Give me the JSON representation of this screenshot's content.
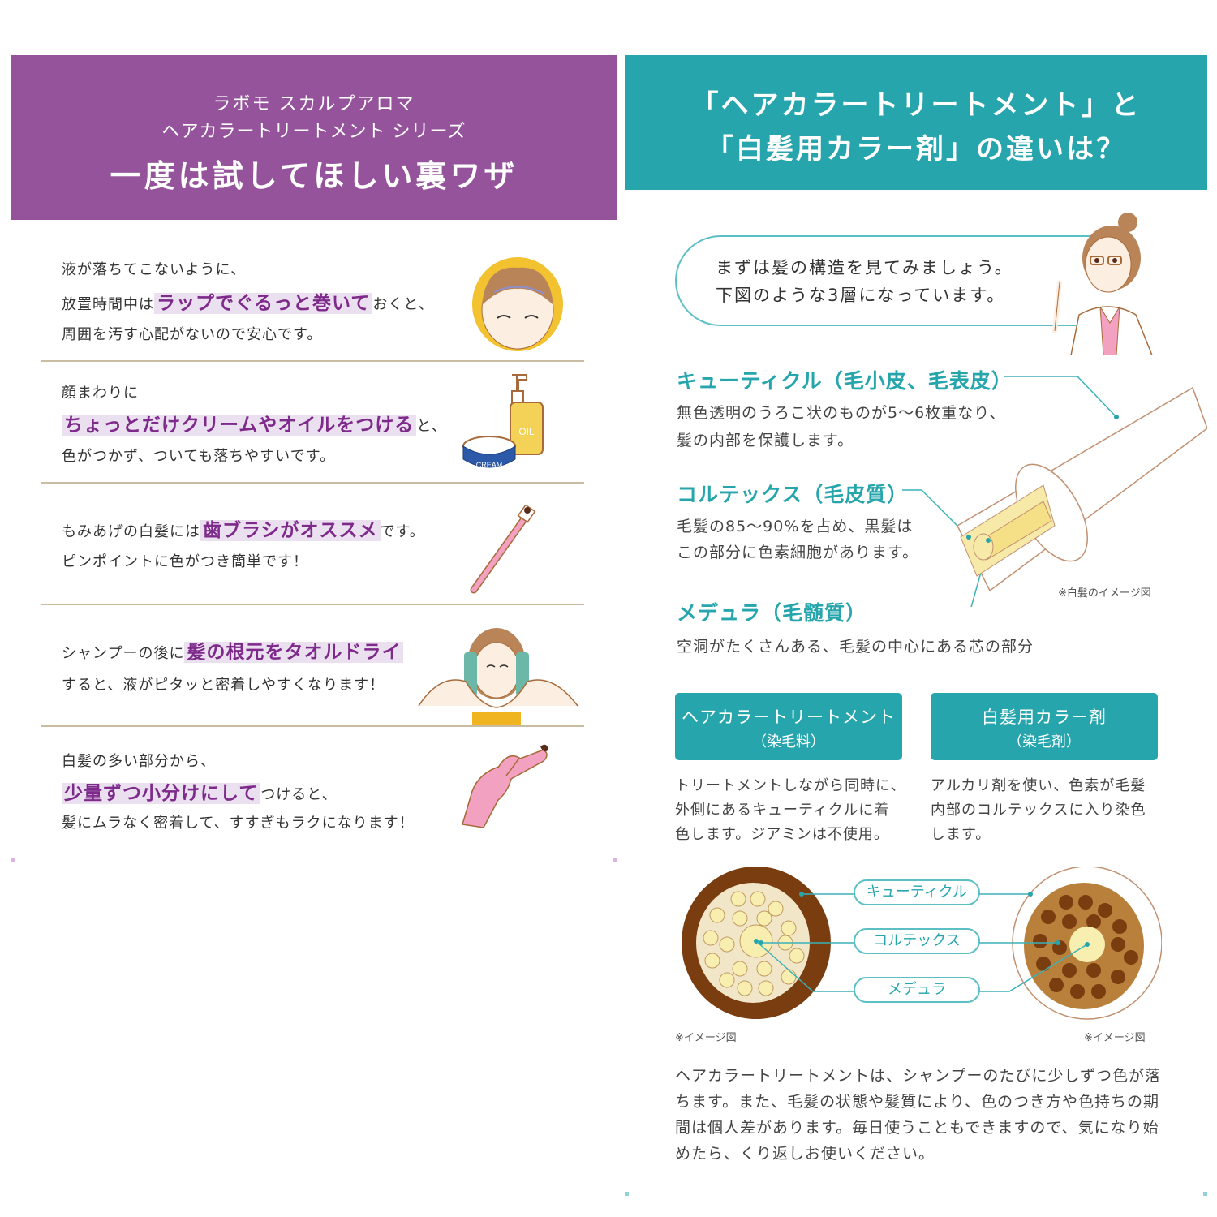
{
  "left_panel": {
    "header": {
      "line1": "ラボモ スカルプアロマ",
      "line2": "ヘアカラートリートメント シリーズ",
      "title": "一度は試してほしい裏ワザ",
      "bg_color": "#94539a"
    },
    "tips": [
      {
        "line1": "液が落ちてこないように、",
        "line2_pre": "放置時間中は",
        "line2_hl": "ラップでぐるっと巻いて",
        "line2_post": "おくと、",
        "line3": "周囲を汚す心配がないので安心です。",
        "illustration": "face-wrapped-icon"
      },
      {
        "line1": "顔まわりに",
        "line2_hl": "ちょっとだけクリームやオイルをつける",
        "line2_post": "と、",
        "line3": "色がつかず、ついても落ちやすいです。",
        "illustration": "oil-cream-icon",
        "oil_label": "OIL",
        "cream_label": "CREAM"
      },
      {
        "line1_pre": "もみあげの白髪には",
        "line1_hl": "歯ブラシがオススメ",
        "line1_post": "です。",
        "line2": "ピンポイントに色がつき簡単です！",
        "illustration": "toothbrush-icon"
      },
      {
        "line1_pre": "シャンプーの後に",
        "line1_hl": "髪の根元をタオルドライ",
        "line2": "すると、液がピタッと密着しやすくなります！",
        "illustration": "towel-dry-icon"
      },
      {
        "line1": "白髪の多い部分から、",
        "line2_hl": "少量ずつ小分けにして",
        "line2_post": "つけると、",
        "line3": "髪にムラなく密着して、すすぎもラクになります！",
        "illustration": "gloved-hand-icon"
      }
    ]
  },
  "right_panel": {
    "header": {
      "line1": "「ヘアカラートリートメント」と",
      "line2": "「白髪用カラー剤」の違いは？",
      "bg_color": "#26a5ad"
    },
    "speech": {
      "line1": "まずは髪の構造を見てみましょう。",
      "line2": "下図のような3層になっています。"
    },
    "layers": [
      {
        "label": "キューティクル（毛小皮、毛表皮）",
        "desc": [
          "無色透明のうろこ状のものが5～6枚重なり、",
          "髪の内部を保護します。"
        ]
      },
      {
        "label": "コルテックス（毛皮質）",
        "desc": [
          "毛髪の85～90%を占め、黒髪は",
          "この部分に色素細胞があります。"
        ]
      },
      {
        "label": "メデュラ（毛髄質）",
        "desc": [
          "空洞がたくさんある、毛髪の中心にある芯の部分"
        ]
      }
    ],
    "hair_note": "※白髪のイメージ図",
    "comparison": [
      {
        "name": "ヘアカラートリートメント",
        "sub": "（染毛料）",
        "desc": [
          "トリートメントしながら同時に、",
          "外側にあるキューティクルに着",
          "色します。ジアミンは不使用。"
        ]
      },
      {
        "name": "白髪用カラー剤",
        "sub": "（染毛剤）",
        "desc": [
          "アルカリ剤を使い、色素が毛髪",
          "内部のコルテックスに入り染色",
          "します。"
        ]
      }
    ],
    "cross_labels": [
      "キューティクル",
      "コルテックス",
      "メデュラ"
    ],
    "image_note_left": "※イメージ図",
    "image_note_right": "※イメージ図",
    "closing": "ヘアカラートリートメントは、シャンプーのたびに少しずつ色が落ちます。また、毛髪の状態や髪質により、色のつき方や色持ちの期間は個人差があります。毎日使うこともできますので、気になり始めたら、くり返しお使いください。"
  }
}
